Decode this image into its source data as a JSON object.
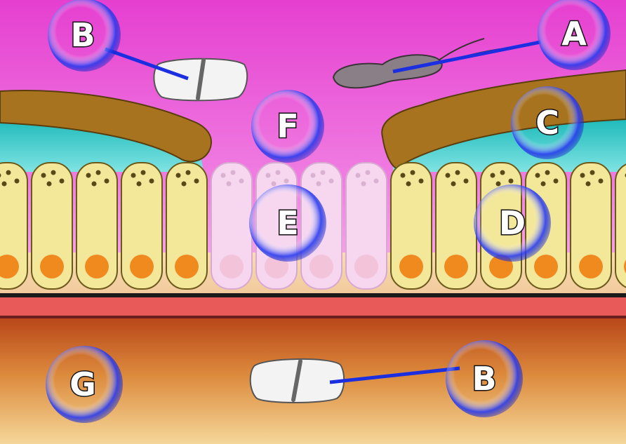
{
  "diagram": {
    "labels": {
      "a": "A",
      "b_top": "B",
      "b_bottom": "B",
      "c": "C",
      "d": "D",
      "e": "E",
      "f": "F",
      "g": "G"
    }
  },
  "colors": {
    "lumen_top": "#e83fd2",
    "lumen_light": "#f6b8ee",
    "mucus": "#a8731e",
    "mucus_layer_teal": "#1cc9c9",
    "cell_fill": "#f3e79a",
    "cell_stroke": "#6b5a1a",
    "nucleus": "#f08a1e",
    "damaged_cell": "#f7d6ef",
    "basement_band": "#e85a5a",
    "bloodstream_top": "#c9581a",
    "bloodstream_bottom": "#f3cf8a",
    "callout_blue": "#1b2fe0",
    "bacterium": "#8a7f86",
    "pill": "#f2f2f2"
  }
}
